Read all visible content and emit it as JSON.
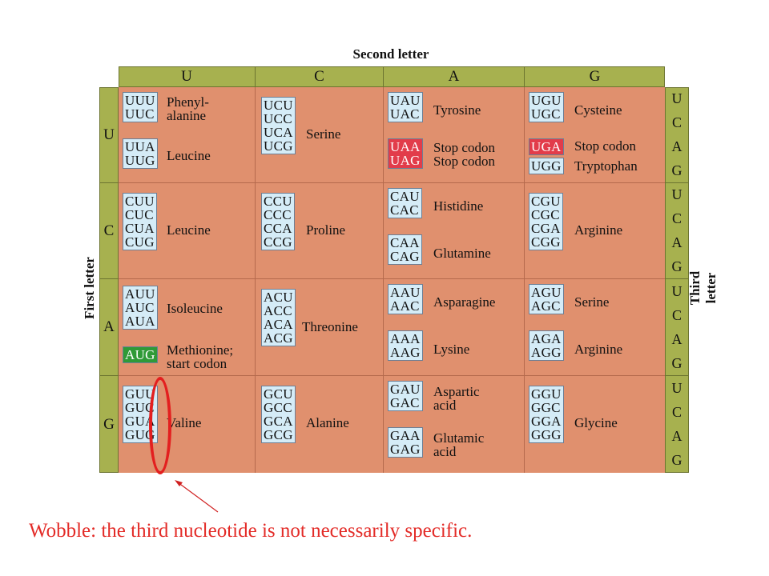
{
  "labels": {
    "second_letter": "Second letter",
    "first_letter": "First letter",
    "third_letter": "Third letter"
  },
  "columns": [
    "U",
    "C",
    "A",
    "G"
  ],
  "rows": [
    "U",
    "C",
    "A",
    "G"
  ],
  "third_letters": [
    "U",
    "C",
    "A",
    "G"
  ],
  "cells": {
    "UU": {
      "group1": [
        "UUU",
        "UUC"
      ],
      "aa1": [
        "Phenyl-",
        "alanine"
      ],
      "group2": [
        "UUA",
        "UUG"
      ],
      "aa2": [
        "Leucine"
      ]
    },
    "UC": {
      "group1": [
        "UCU",
        "UCC",
        "UCA",
        "UCG"
      ],
      "aa1": [
        "Serine"
      ]
    },
    "UA": {
      "group1": [
        "UAU",
        "UAC"
      ],
      "aa1": [
        "Tyrosine"
      ],
      "group2": [
        "UAA",
        "UAG"
      ],
      "aa2": [
        "Stop codon",
        "Stop codon"
      ]
    },
    "UG": {
      "group1": [
        "UGU",
        "UGC"
      ],
      "aa1": [
        "Cysteine"
      ],
      "stop": "UGA",
      "stop_label": "Stop codon",
      "trp": "UGG",
      "trp_label": "Tryptophan"
    },
    "CU": {
      "group1": [
        "CUU",
        "CUC",
        "CUA",
        "CUG"
      ],
      "aa1": [
        "Leucine"
      ]
    },
    "CC": {
      "group1": [
        "CCU",
        "CCC",
        "CCA",
        "CCG"
      ],
      "aa1": [
        "Proline"
      ]
    },
    "CA": {
      "group1": [
        "CAU",
        "CAC"
      ],
      "aa1": [
        "Histidine"
      ],
      "group2": [
        "CAA",
        "CAG"
      ],
      "aa2": [
        "Glutamine"
      ]
    },
    "CG": {
      "group1": [
        "CGU",
        "CGC",
        "CGA",
        "CGG"
      ],
      "aa1": [
        "Arginine"
      ]
    },
    "AU": {
      "group1": [
        "AUU",
        "AUC",
        "AUA"
      ],
      "aa1": [
        "Isoleucine"
      ],
      "start": "AUG",
      "aa2": [
        "Methionine;",
        "start codon"
      ]
    },
    "AC": {
      "group1": [
        "ACU",
        "ACC",
        "ACA",
        "ACG"
      ],
      "aa1": [
        "Threonine"
      ]
    },
    "AA": {
      "group1": [
        "AAU",
        "AAC"
      ],
      "aa1": [
        "Asparagine"
      ],
      "group2": [
        "AAA",
        "AAG"
      ],
      "aa2": [
        "Lysine"
      ]
    },
    "AG": {
      "group1": [
        "AGU",
        "AGC"
      ],
      "aa1": [
        "Serine"
      ],
      "group2": [
        "AGA",
        "AGG"
      ],
      "aa2": [
        "Arginine"
      ]
    },
    "GU": {
      "group1": [
        "GUU",
        "GUC",
        "GUA",
        "GUG"
      ],
      "aa1": [
        "Valine"
      ]
    },
    "GC": {
      "group1": [
        "GCU",
        "GCC",
        "GCA",
        "GCG"
      ],
      "aa1": [
        "Alanine"
      ]
    },
    "GA": {
      "group1": [
        "GAU",
        "GAC"
      ],
      "aa1": [
        "Aspartic",
        "acid"
      ],
      "group2": [
        "GAA",
        "GAG"
      ],
      "aa2": [
        "Glutamic",
        "acid"
      ]
    },
    "GG": {
      "group1": [
        "GGU",
        "GGC",
        "GGA",
        "GGG"
      ],
      "aa1": [
        "Glycine"
      ]
    }
  },
  "caption": "Wobble: the third nucleotide is not necessarily specific.",
  "colors": {
    "cell_bg": "#e0906e",
    "header_bg": "#a7b14f",
    "codon_box": "#d5ecf7",
    "stop": "#e23c4a",
    "start": "#2f9a37",
    "highlight": "#e31f1f"
  }
}
